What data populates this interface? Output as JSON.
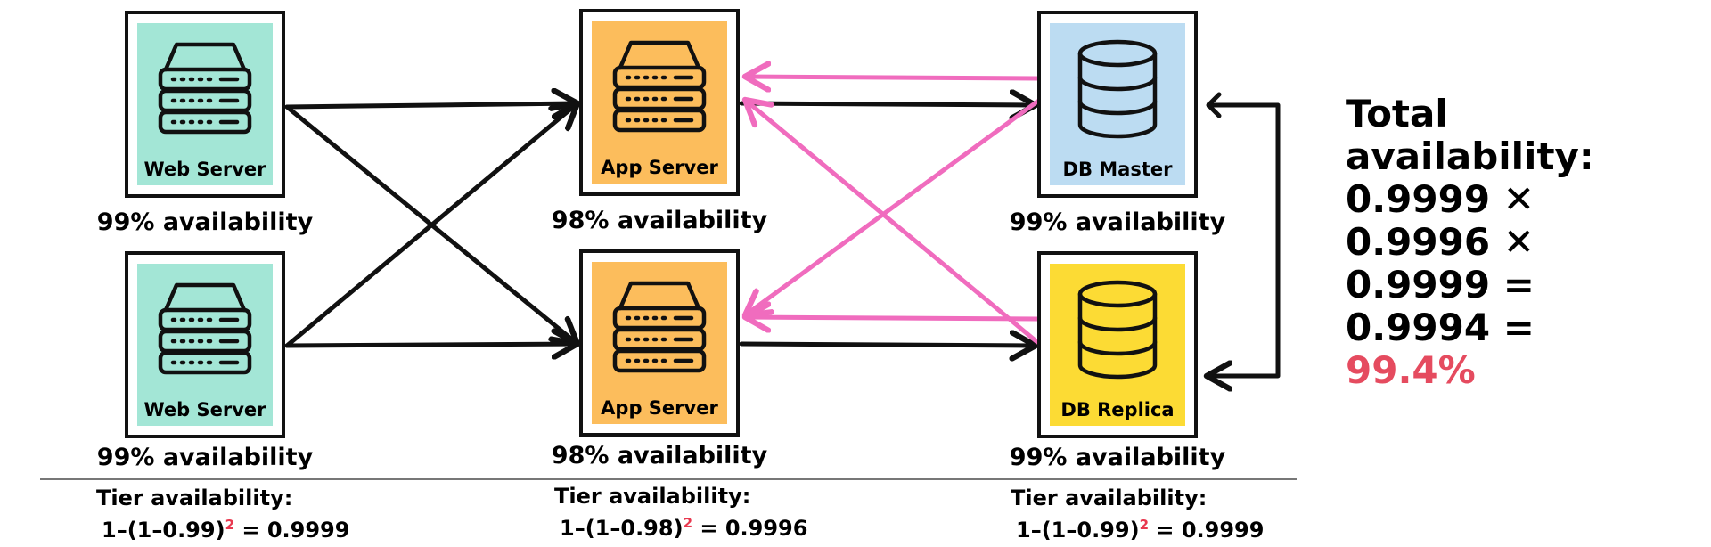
{
  "colors": {
    "web": "#a3e6d6",
    "app": "#fcbd5c",
    "db_master": "#bcdcf2",
    "db_replica": "#fcdb34",
    "black_arrow": "#111111",
    "pink_arrow": "#f06cbe",
    "accent_red": "#e54b5f"
  },
  "nodes": [
    {
      "id": "web1",
      "label": "Web Server",
      "availability": "99% availability",
      "icon": "server-icon"
    },
    {
      "id": "web2",
      "label": "Web Server",
      "availability": "99% availability",
      "icon": "server-icon"
    },
    {
      "id": "app1",
      "label": "App Server",
      "availability": "98% availability",
      "icon": "server-icon"
    },
    {
      "id": "app2",
      "label": "App Server",
      "availability": "98% availability",
      "icon": "server-icon"
    },
    {
      "id": "dbm",
      "label": "DB Master",
      "availability": "99% availability",
      "icon": "database-icon"
    },
    {
      "id": "dbr",
      "label": "DB Replica",
      "availability": "99% availability",
      "icon": "database-icon"
    }
  ],
  "tiers": [
    {
      "title": "Tier availability:",
      "formula_a": "1–(1–0.99)",
      "exp": "2",
      "formula_b": " = 0.9999"
    },
    {
      "title": "Tier availability:",
      "formula_a": "1–(1–0.98)",
      "exp": "2",
      "formula_b": " = 0.9996"
    },
    {
      "title": "Tier availability:",
      "formula_a": "1–(1–0.99)",
      "exp": "2",
      "formula_b": " = 0.9999"
    }
  ],
  "total": {
    "line1": "Total",
    "line2": "availability:",
    "line3": "0.9999 ✕",
    "line4": "0.9996 ✕",
    "line5": "0.9999 =",
    "line6": "0.9994 =",
    "result": "99.4%"
  },
  "edges": [
    {
      "from": "web1",
      "to": "app1",
      "kind": "black"
    },
    {
      "from": "web1",
      "to": "app2",
      "kind": "black"
    },
    {
      "from": "web2",
      "to": "app1",
      "kind": "black"
    },
    {
      "from": "web2",
      "to": "app2",
      "kind": "black"
    },
    {
      "from": "app1",
      "to": "dbm",
      "kind": "black"
    },
    {
      "from": "app2",
      "to": "dbr",
      "kind": "black"
    },
    {
      "from": "dbm",
      "to": "app1",
      "kind": "pink"
    },
    {
      "from": "dbm",
      "to": "app2",
      "kind": "pink"
    },
    {
      "from": "dbr",
      "to": "app1",
      "kind": "pink"
    },
    {
      "from": "dbr",
      "to": "app2",
      "kind": "pink"
    },
    {
      "from": "dbm",
      "to": "dbr",
      "kind": "replication"
    }
  ]
}
